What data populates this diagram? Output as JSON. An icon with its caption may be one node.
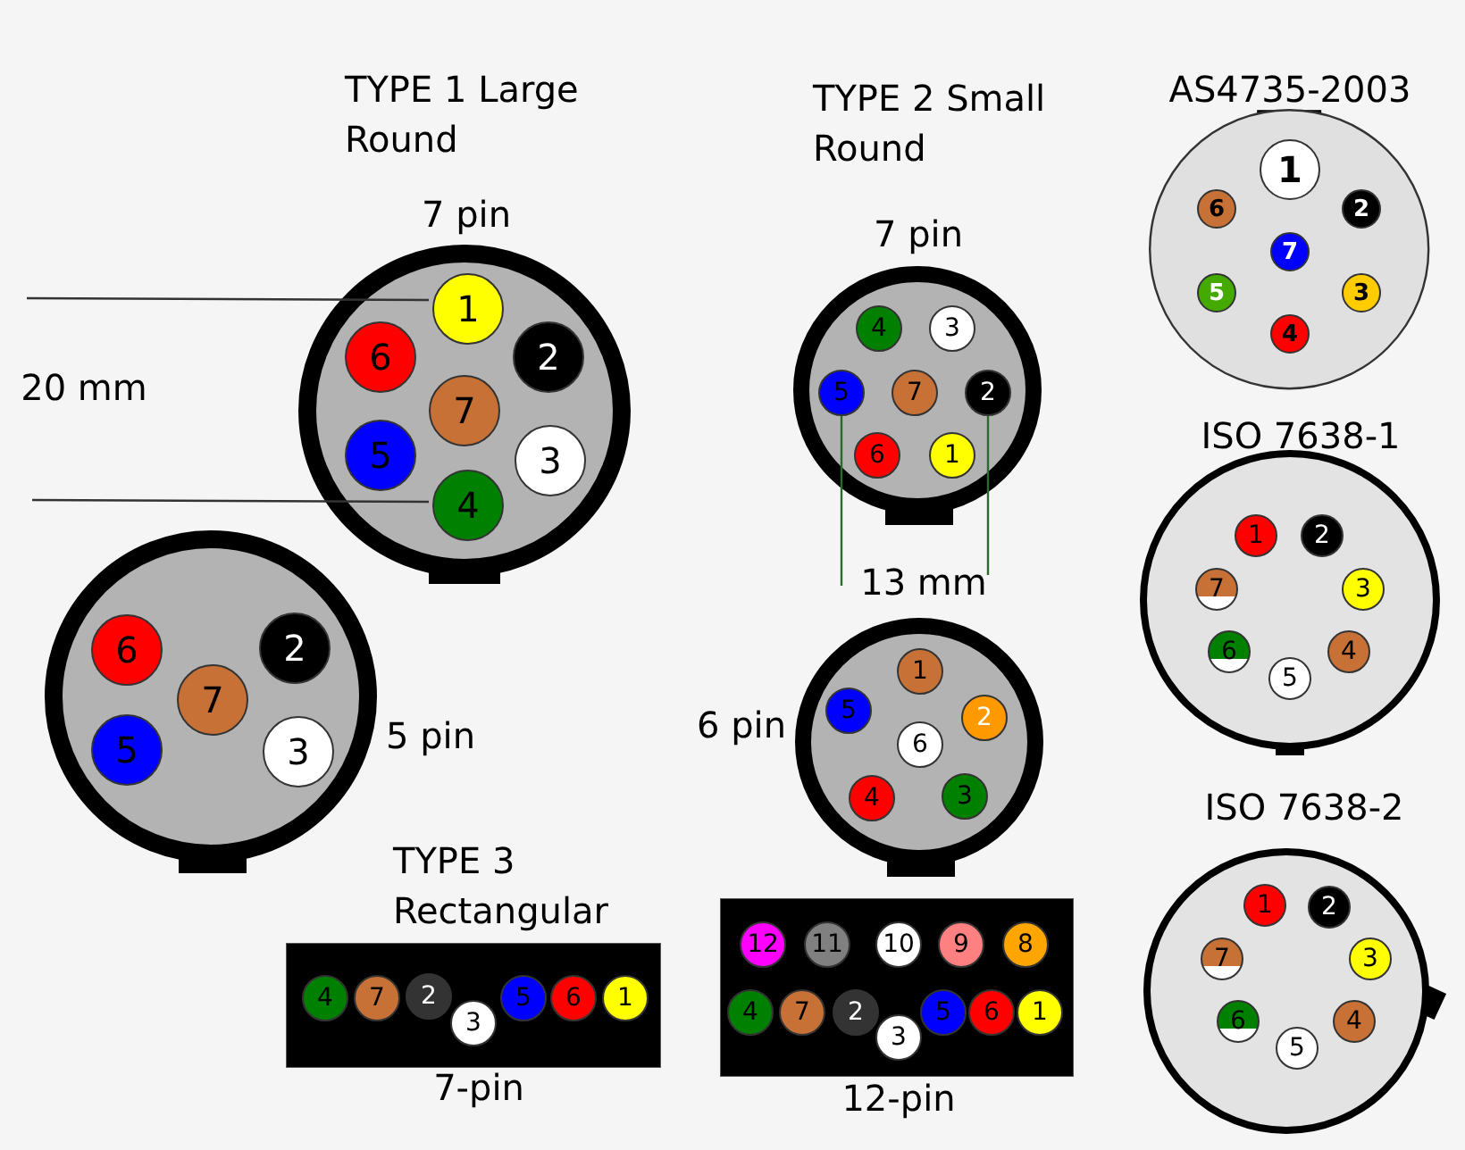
{
  "diagram": {
    "nodes": [
      {
        "text": [],
        "shape": "circle",
        "beside": [
          "7 pin"
        ]
      },
      {
        "text": [
          "1"
        ],
        "in": 0
      },
      {
        "text": [
          "2"
        ],
        "in": 0
      },
      {
        "text": [
          "3"
        ],
        "in": 0
      },
      {
        "text": [
          "4"
        ],
        "in": 0
      },
      {
        "text": [
          "5"
        ],
        "in": 0
      },
      {
        "text": [
          "6"
        ],
        "in": 0
      },
      {
        "text": [
          "7"
        ],
        "in": 0
      },
      {
        "text": [],
        "shape": "circle",
        "beside": [
          "5 pin"
        ]
      },
      {
        "text": [
          "6"
        ],
        "in": 8
      },
      {
        "text": [
          "2"
        ],
        "in": 8
      },
      {
        "text": [
          "7"
        ],
        "in": 8
      },
      {
        "text": [
          "5"
        ],
        "in": 8
      },
      {
        "text": [
          "3"
        ],
        "in": 8
      },
      {
        "text": [],
        "shape": "box",
        "beside": [
          "7-pin"
        ]
      },
      {
        "text": [
          "4"
        ],
        "in": 14
      },
      {
        "text": [
          "7"
        ],
        "in": 14
      },
      {
        "text": [
          "2"
        ],
        "in": 14
      },
      {
        "text": [
          "3"
        ],
        "in": 14
      },
      {
        "text": [
          "5"
        ],
        "in": 14
      },
      {
        "text": [
          "6"
        ],
        "in": 14
      },
      {
        "text": [
          "1"
        ],
        "in": 14
      },
      {
        "text": [],
        "shape": "circle",
        "beside": [
          "7 pin"
        ]
      },
      {
        "text": [
          "4"
        ],
        "in": 22
      },
      {
        "text": [
          "3"
        ],
        "in": 22
      },
      {
        "text": [
          "5"
        ],
        "in": 22
      },
      {
        "text": [
          "7"
        ],
        "in": 22
      },
      {
        "text": [
          "2"
        ],
        "in": 22
      },
      {
        "text": [
          "6"
        ],
        "in": 22
      },
      {
        "text": [
          "1"
        ],
        "in": 22
      },
      {
        "text": [],
        "shape": "circle",
        "beside": [
          "6 pin"
        ]
      },
      {
        "text": [
          "1"
        ],
        "in": 30
      },
      {
        "text": [
          "5"
        ],
        "in": 30
      },
      {
        "text": [
          "2"
        ],
        "in": 30
      },
      {
        "text": [
          "6"
        ],
        "in": 30
      },
      {
        "text": [
          "4"
        ],
        "in": 30
      },
      {
        "text": [
          "3"
        ],
        "in": 30
      },
      {
        "text": [],
        "shape": "box",
        "beside": [
          "12-pin"
        ]
      },
      {
        "text": [
          "12"
        ],
        "in": 37
      },
      {
        "text": [
          "11"
        ],
        "in": 37
      },
      {
        "text": [
          "10"
        ],
        "in": 37
      },
      {
        "text": [
          "9"
        ],
        "in": 37
      },
      {
        "text": [
          "8"
        ],
        "in": 37
      },
      {
        "text": [
          "4"
        ],
        "in": 37
      },
      {
        "text": [
          "7"
        ],
        "in": 37
      },
      {
        "text": [
          "2"
        ],
        "in": 37
      },
      {
        "text": [
          "3"
        ],
        "in": 37
      },
      {
        "text": [
          "5"
        ],
        "in": 37
      },
      {
        "text": [
          "6"
        ],
        "in": 37
      },
      {
        "text": [
          "1"
        ],
        "in": 37
      },
      {
        "text": [
          "AS4735-2003"
        ]
      },
      {
        "text": [
          "1"
        ],
        "in": 50
      },
      {
        "text": [
          "6"
        ],
        "in": 50
      },
      {
        "text": [
          "2"
        ],
        "in": 50
      },
      {
        "text": [
          "7"
        ],
        "in": 50
      },
      {
        "text": [
          "5"
        ],
        "in": 50
      },
      {
        "text": [
          "3"
        ],
        "in": 50
      },
      {
        "text": [
          "4"
        ],
        "in": 50
      },
      {
        "text": [
          "ISO 7638-1"
        ]
      },
      {
        "text": [
          "1"
        ],
        "in": 58
      },
      {
        "text": [
          "2"
        ],
        "in": 58
      },
      {
        "text": [
          "7"
        ],
        "in": 58
      },
      {
        "text": [
          "3"
        ],
        "in": 58
      },
      {
        "text": [
          "6"
        ],
        "in": 58
      },
      {
        "text": [
          "4"
        ],
        "in": 58
      },
      {
        "text": [
          "5"
        ],
        "in": 58
      },
      {
        "text": [
          "ISO 7638-2"
        ]
      },
      {
        "text": [
          "1"
        ],
        "in": 66
      },
      {
        "text": [
          "2"
        ],
        "in": 66
      },
      {
        "text": [
          "7"
        ],
        "in": 66
      },
      {
        "text": [
          "3"
        ],
        "in": 66
      },
      {
        "text": [
          "6"
        ],
        "in": 66
      },
      {
        "text": [
          "4"
        ],
        "in": 66
      },
      {
        "text": [
          "5"
        ],
        "in": 66
      }
    ],
    "labels": [
      "TYPE 1 Large Round",
      "20 mm",
      "TYPE 3 Rectangular",
      "TYPE 2 Small Round",
      "13 mm"
    ]
  }
}
